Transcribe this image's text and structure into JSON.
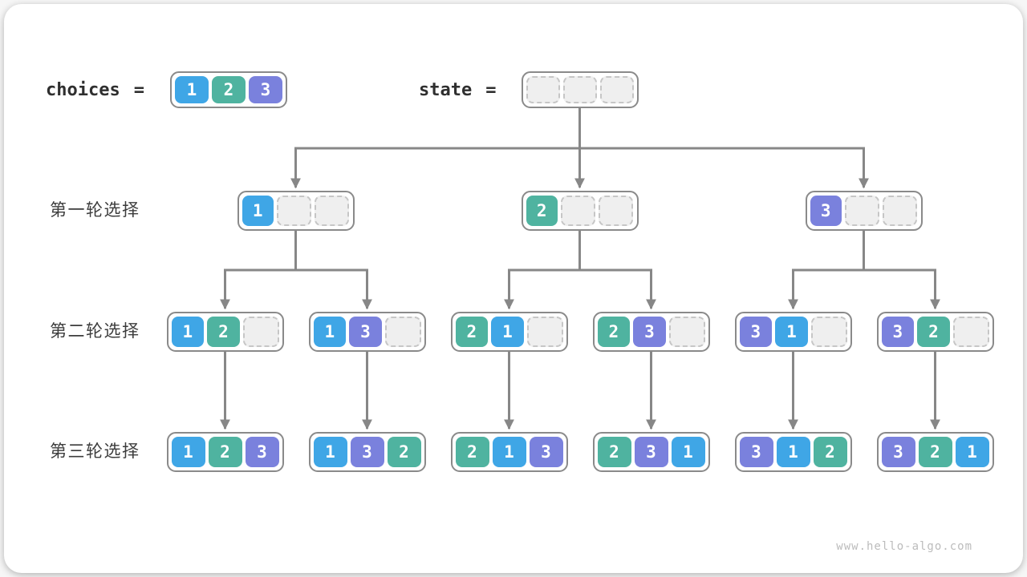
{
  "palette": {
    "1": "#3fa6e6",
    "2": "#4fb3a0",
    "3": "#7a81dd",
    "line": "#878787",
    "empty_fill": "#efefef",
    "empty_border": "#c6c6c6"
  },
  "header": {
    "choices_label": "choices",
    "choices_equals": "=",
    "choices_values": [
      "1",
      "2",
      "3"
    ],
    "state_label": "state",
    "state_equals": "=",
    "state_empty_slots": 3
  },
  "rows": [
    {
      "label": "第一轮选择"
    },
    {
      "label": "第二轮选择"
    },
    {
      "label": "第三轮选择"
    }
  ],
  "tree": {
    "level1": [
      [
        "1"
      ],
      [
        "2"
      ],
      [
        "3"
      ]
    ],
    "level2": [
      [
        "1",
        "2"
      ],
      [
        "1",
        "3"
      ],
      [
        "2",
        "1"
      ],
      [
        "2",
        "3"
      ],
      [
        "3",
        "1"
      ],
      [
        "3",
        "2"
      ]
    ],
    "level3": [
      [
        "1",
        "2",
        "3"
      ],
      [
        "1",
        "3",
        "2"
      ],
      [
        "2",
        "1",
        "3"
      ],
      [
        "2",
        "3",
        "1"
      ],
      [
        "3",
        "1",
        "2"
      ],
      [
        "3",
        "2",
        "1"
      ]
    ]
  },
  "watermark": "www.hello-algo.com"
}
